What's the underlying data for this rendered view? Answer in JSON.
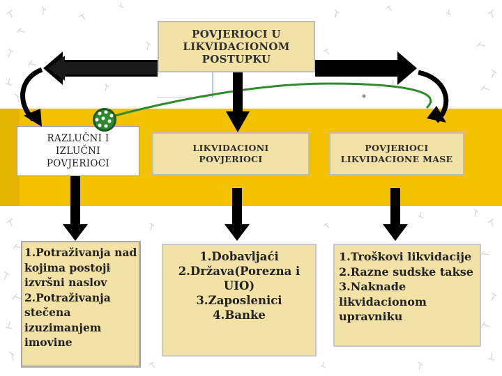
{
  "diagram": {
    "top_box": {
      "lines": [
        "POVJERIOCI U",
        "LIKVIDACIONOM",
        "POSTUPKU"
      ]
    },
    "middle_boxes": [
      {
        "lines": [
          "RAZLUČNI I",
          "IZLUČNI",
          "POVJERIOCI"
        ]
      },
      {
        "lines": [
          "LIKVIDACIONI",
          "POVJERIOCI"
        ]
      },
      {
        "lines": [
          "POVJERIOCI",
          "LIKVIDACIONE MASE"
        ]
      }
    ],
    "lists": [
      {
        "lines": [
          "1.Potraživanja nad",
          "kojima postoji",
          "izvršni naslov",
          "2.Potraživanja",
          "stečena",
          "izuzimanjem",
          "imovine"
        ]
      },
      {
        "lines": [
          "1.Dobavljaći",
          "2.Država(Porezna i",
          "UIO)",
          "3.Zaposlenici",
          "4.Banke"
        ]
      },
      {
        "lines": [
          "1.Troškovi likvidacije",
          "2.Razne sudske takse",
          "3.Naknade",
          "likvidacionom",
          "upravniku"
        ]
      }
    ]
  },
  "colors": {
    "band": "#f2c200",
    "box_fill": "#f3e2a6",
    "arrow": "#000000",
    "green_line": "#2e8b2e"
  }
}
